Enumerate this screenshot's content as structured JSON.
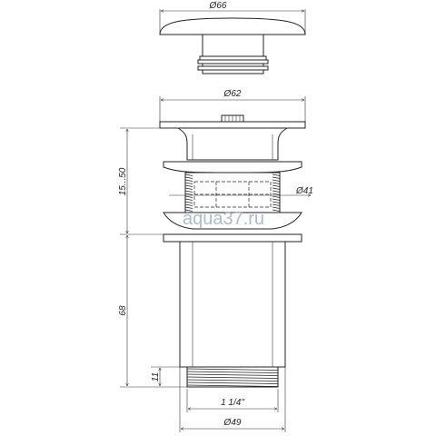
{
  "dimensions": {
    "cap_diameter": "Ø66",
    "flange_diameter": "Ø62",
    "adjust_height": "15...50",
    "inner_diameter": "Ø41",
    "body_height": "68",
    "thread_length": "11",
    "thread_size": "1 1/4\"",
    "base_diameter": "Ø49"
  },
  "watermark": "aqua37.ru",
  "colors": {
    "line": "#222222",
    "watermark": "#9ab0c8",
    "background": "#ffffff"
  }
}
